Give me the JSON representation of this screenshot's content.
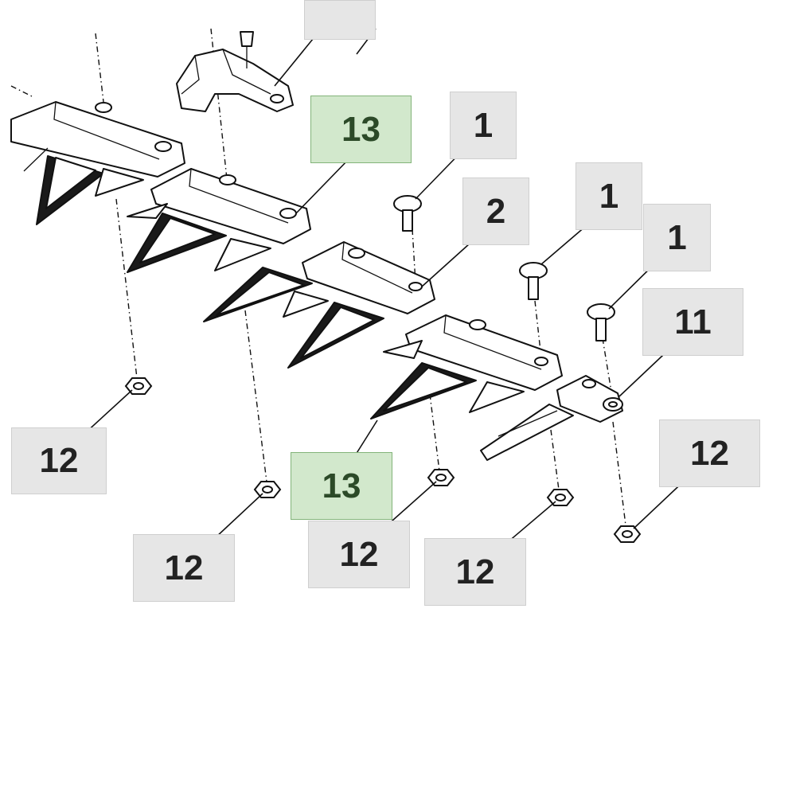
{
  "callouts": {
    "c13_top": "13",
    "c1_a": "1",
    "c2": "2",
    "c1_b": "1",
    "c1_c": "1",
    "c11": "11",
    "c12_left": "12",
    "c13_bottom": "13",
    "c12_b": "12",
    "c12_c": "12",
    "c12_d": "12",
    "c12_right": "12"
  },
  "colors": {
    "callout_bg": "#e6e6e6",
    "callout_highlight_bg": "#d2e8cc",
    "callout_highlight_border": "#83b47a",
    "line": "#111111"
  }
}
